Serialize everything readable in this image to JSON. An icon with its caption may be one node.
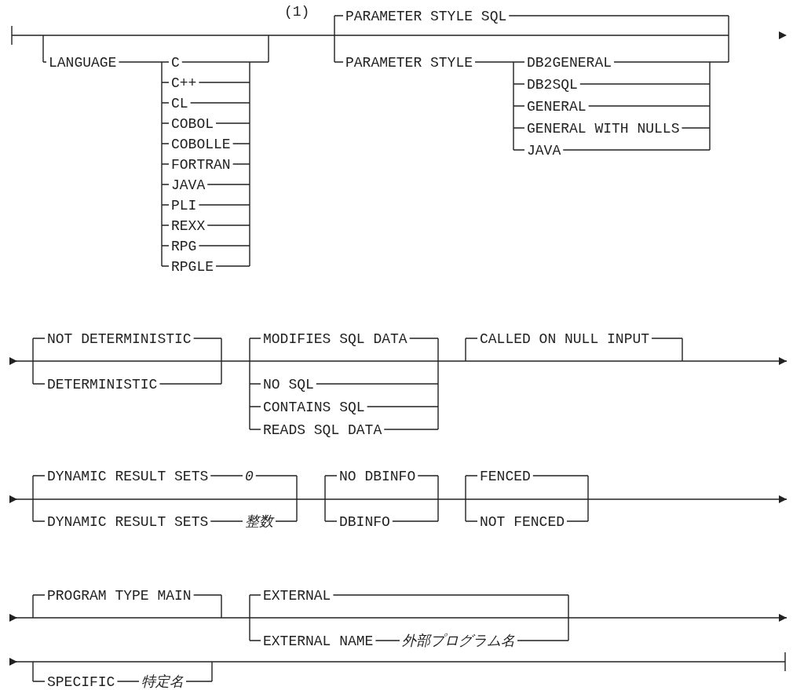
{
  "diagram": {
    "labels": [
      "(1)",
      "PARAMETER STYLE SQL",
      "LANGUAGE",
      "C",
      "PARAMETER STYLE",
      "DB2GENERAL",
      "C++",
      "DB2SQL",
      "CL",
      "GENERAL",
      "COBOL",
      "GENERAL WITH NULLS",
      "COBOLLE",
      "JAVA",
      "FORTRAN",
      "JAVA",
      "PLI",
      "REXX",
      "RPG",
      "RPGLE",
      "NOT DETERMINISTIC",
      "MODIFIES SQL DATA",
      "CALLED ON NULL INPUT",
      "DETERMINISTIC",
      "NO SQL",
      "CONTAINS SQL",
      "READS SQL DATA",
      "DYNAMIC RESULT SETS",
      "0",
      "NO DBINFO",
      "FENCED",
      "DYNAMIC RESULT SETS",
      "整数",
      "DBINFO",
      "NOT FENCED",
      "PROGRAM TYPE MAIN",
      "EXTERNAL",
      "EXTERNAL NAME",
      "外部プログラム名",
      "SPECIFIC",
      "特定名"
    ]
  }
}
